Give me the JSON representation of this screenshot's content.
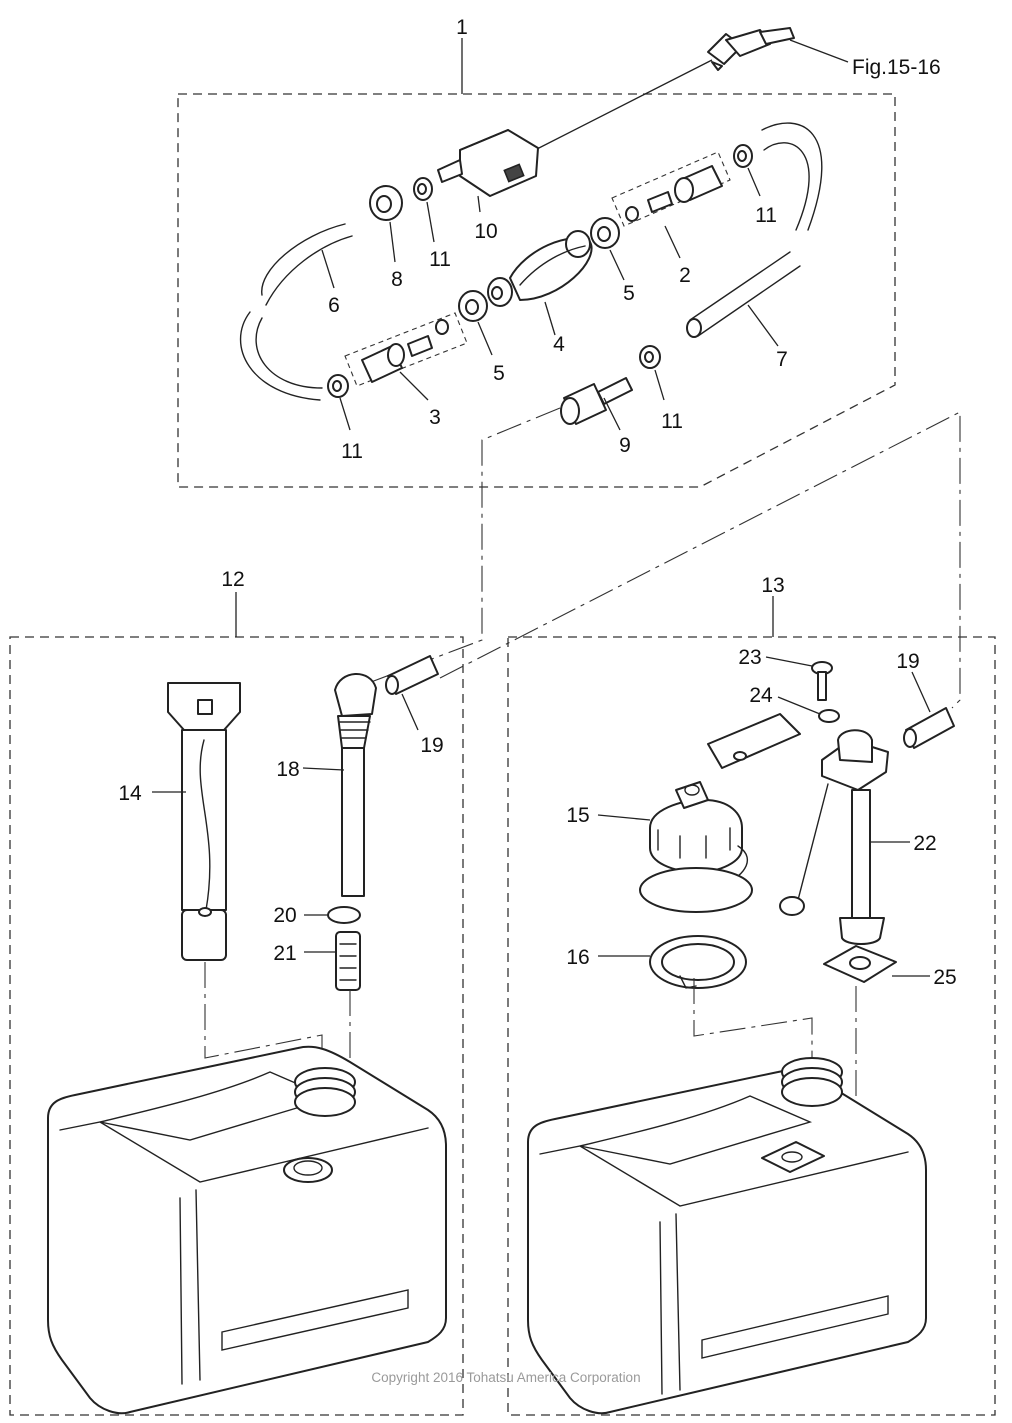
{
  "labels": {
    "l1": "1",
    "l2": "2",
    "l3": "3",
    "l4": "4",
    "l5a": "5",
    "l5b": "5",
    "l6": "6",
    "l7": "7",
    "l8": "8",
    "l9": "9",
    "l10": "10",
    "l11a": "11",
    "l11b": "11",
    "l11c": "11",
    "l11d": "11",
    "l12": "12",
    "l13": "13",
    "l14": "14",
    "l15": "15",
    "l16": "16",
    "l18": "18",
    "l19a": "19",
    "l19b": "19",
    "l20": "20",
    "l21": "21",
    "l22": "22",
    "l23": "23",
    "l24": "24",
    "l25": "25"
  },
  "reference": "Fig.15-16",
  "copyright": "Copyright 2016 Tohatsu America Corporation"
}
